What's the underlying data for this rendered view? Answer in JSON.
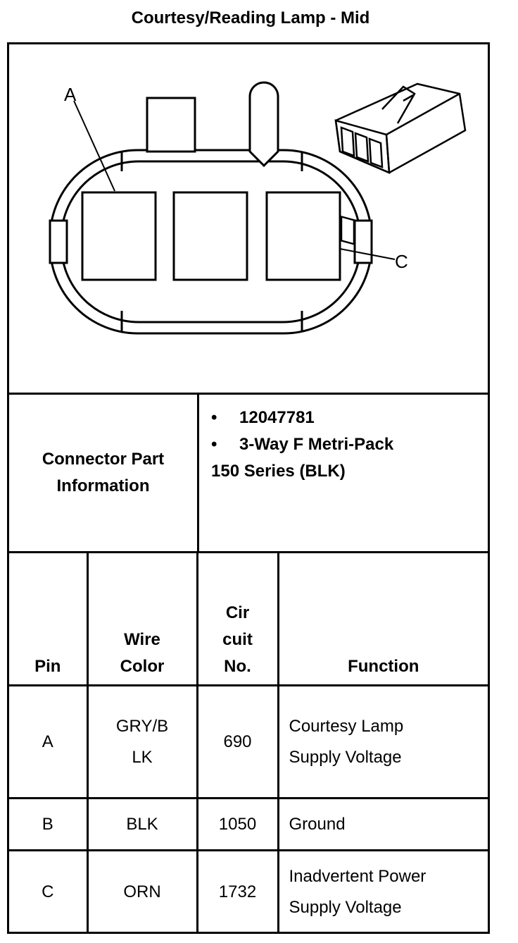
{
  "title": "Courtesy/Reading Lamp - Mid",
  "diagram": {
    "callouts": [
      "A",
      "C"
    ]
  },
  "connector_info": {
    "label": "Connector Part Information",
    "items": [
      "12047781",
      "3-Way F Metri-Pack"
    ],
    "continuation": "150 Series (BLK)",
    "bullet": "•"
  },
  "pin_table": {
    "headers": {
      "pin": "Pin",
      "wire_color_1": "Wire",
      "wire_color_2": "Color",
      "circuit_1": "Cir",
      "circuit_2": "cuit",
      "circuit_3": "No.",
      "function": "Function"
    },
    "rows": [
      {
        "pin": "A",
        "wire_1": "GRY/B",
        "wire_2": "LK",
        "circuit": "690",
        "function_1": "Courtesy Lamp",
        "function_2": "Supply Voltage"
      },
      {
        "pin": "B",
        "wire_1": "BLK",
        "wire_2": "",
        "circuit": "1050",
        "function_1": "Ground",
        "function_2": ""
      },
      {
        "pin": "C",
        "wire_1": "ORN",
        "wire_2": "",
        "circuit": "1732",
        "function_1": "Inadvertent Power",
        "function_2": "Supply Voltage"
      }
    ]
  }
}
